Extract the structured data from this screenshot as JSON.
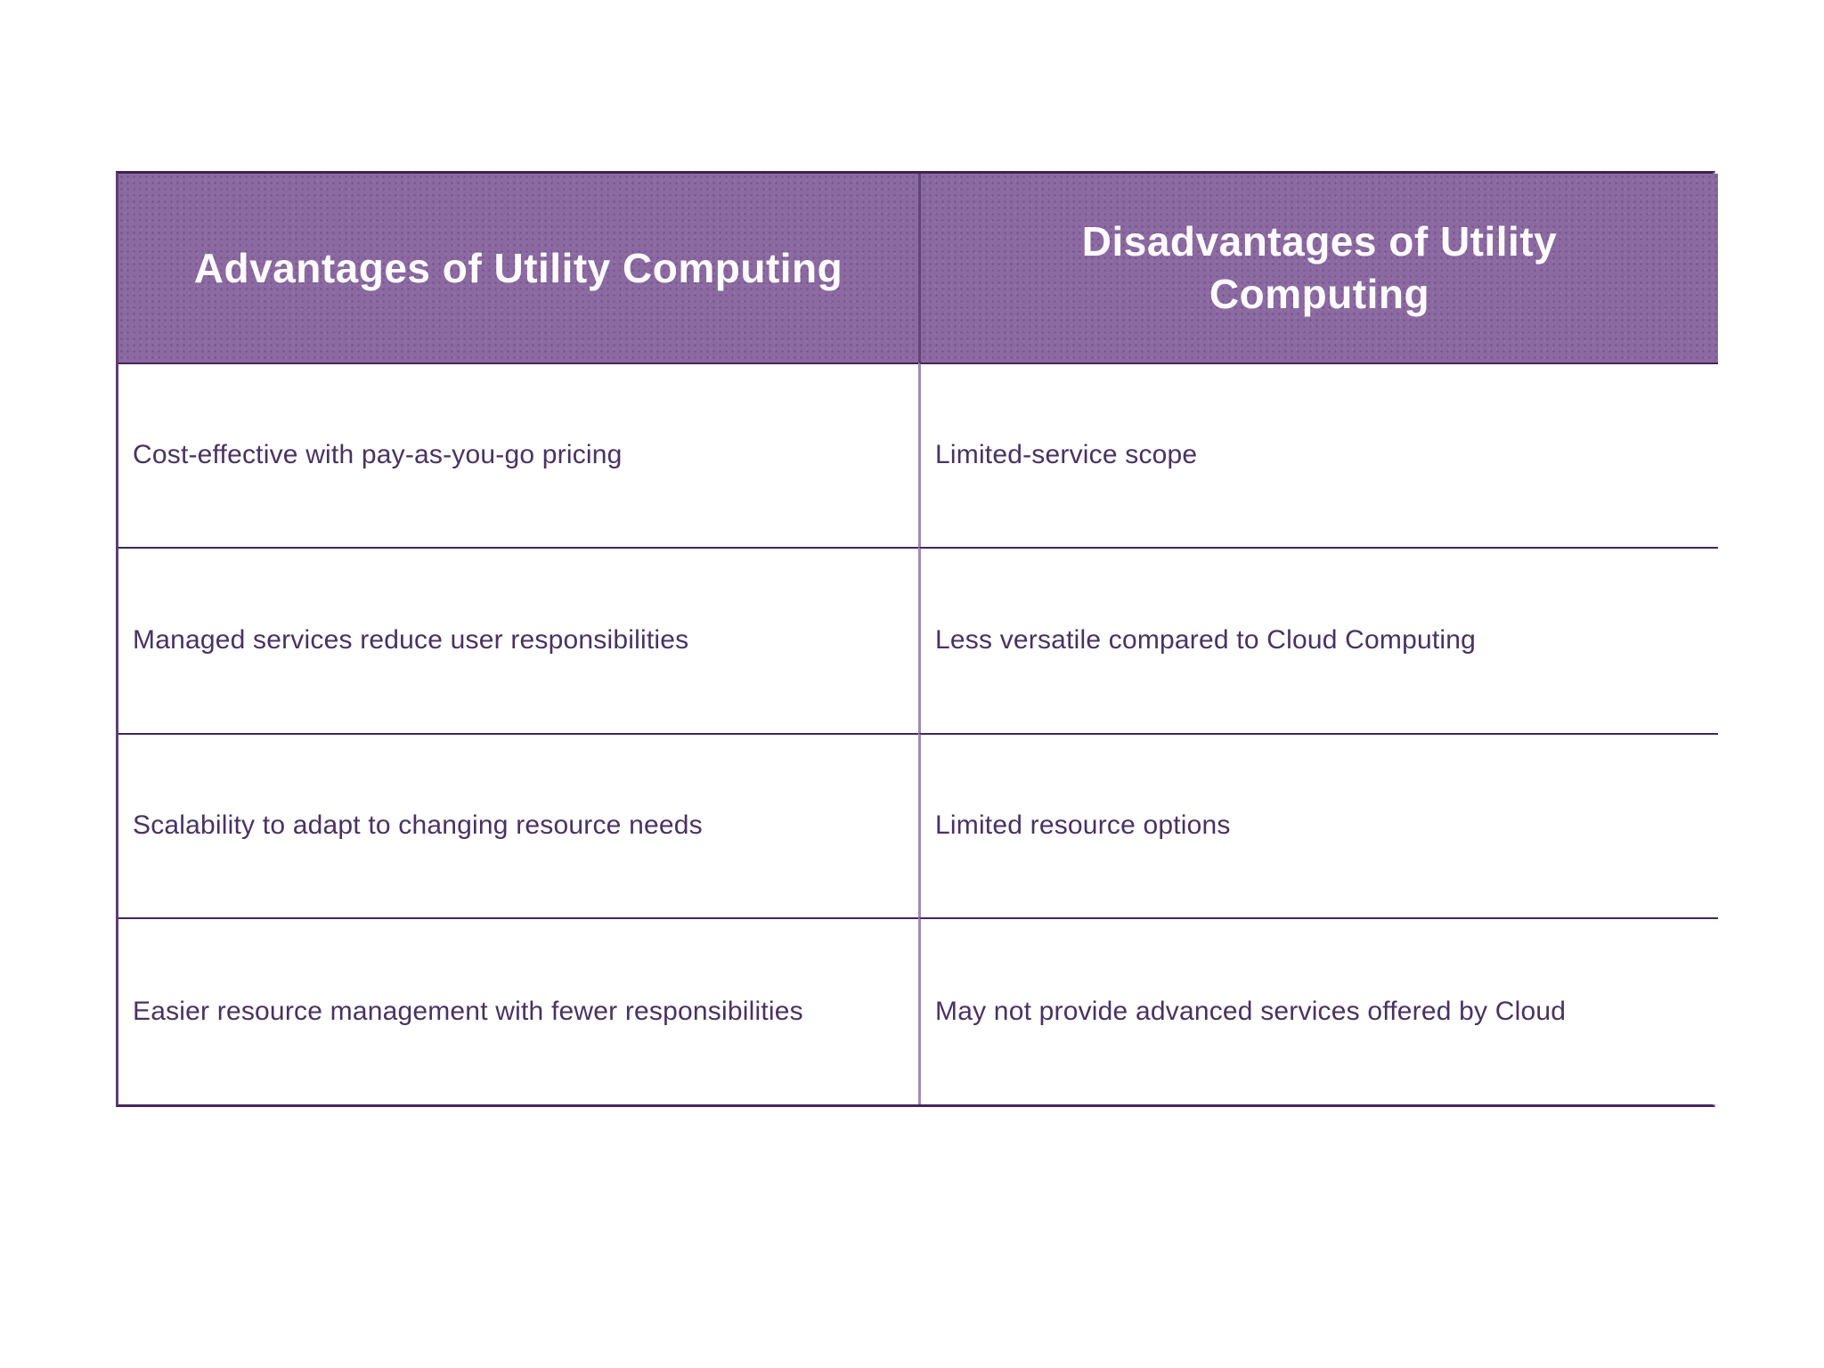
{
  "table": {
    "headers": [
      "Advantages of Utility Computing",
      "Disadvantages of Utility Computing"
    ],
    "rows": [
      {
        "advantage": "Cost-effective with pay-as-you-go pricing",
        "disadvantage": "Limited-service scope"
      },
      {
        "advantage": "Managed services reduce user responsibilities",
        "disadvantage": "Less versatile compared to Cloud Computing"
      },
      {
        "advantage": "Scalability to adapt to changing resource needs",
        "disadvantage": "Limited resource options"
      },
      {
        "advantage": "Easier resource management with fewer responsibilities",
        "disadvantage": "May not provide advanced services offered by Cloud"
      }
    ],
    "colors": {
      "header_bg": "#8b69a1",
      "header_text": "#fdfbfe",
      "cell_text": "#4a3163",
      "divider_dark": "#44265a",
      "divider_light": "#a08cb2",
      "page_background": "#ffffff"
    }
  }
}
